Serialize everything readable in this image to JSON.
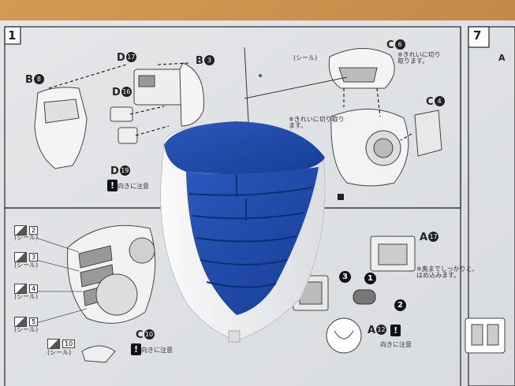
{
  "manual": {
    "step_numbers": [
      "1",
      "7"
    ],
    "part_labels": [
      {
        "id": "d17",
        "letter": "D",
        "num": "17"
      },
      {
        "id": "b3",
        "letter": "B",
        "num": "3"
      },
      {
        "id": "b8",
        "letter": "B",
        "num": "8"
      },
      {
        "id": "d16",
        "letter": "D",
        "num": "16"
      },
      {
        "id": "d19",
        "letter": "D",
        "num": "19"
      },
      {
        "id": "c6",
        "letter": "C",
        "num": "6"
      },
      {
        "id": "c4",
        "letter": "C",
        "num": "4"
      },
      {
        "id": "a17",
        "letter": "A",
        "num": "17"
      },
      {
        "id": "a12",
        "letter": "A",
        "num": "12"
      },
      {
        "id": "c10",
        "letter": "C",
        "num": "10"
      },
      {
        "id": "a-edge",
        "letter": "A",
        "num": ""
      }
    ],
    "notes": {
      "c6_note": "※きれいに切り取ります。",
      "center_note": "※きれいに切り取ります。",
      "a17_note": "※奥までしっかりと、はめ込みます。",
      "orientation": "向きに注意",
      "seal": "(シール)"
    },
    "stickers": [
      "2",
      "3",
      "4",
      "5",
      "10"
    ],
    "assembly_steps": [
      "1",
      "2",
      "3"
    ]
  },
  "colors": {
    "desk": "#c98a44",
    "paper": "#eceef0",
    "part_blue": "#1e4aa8",
    "part_white": "#f4f4f6"
  }
}
